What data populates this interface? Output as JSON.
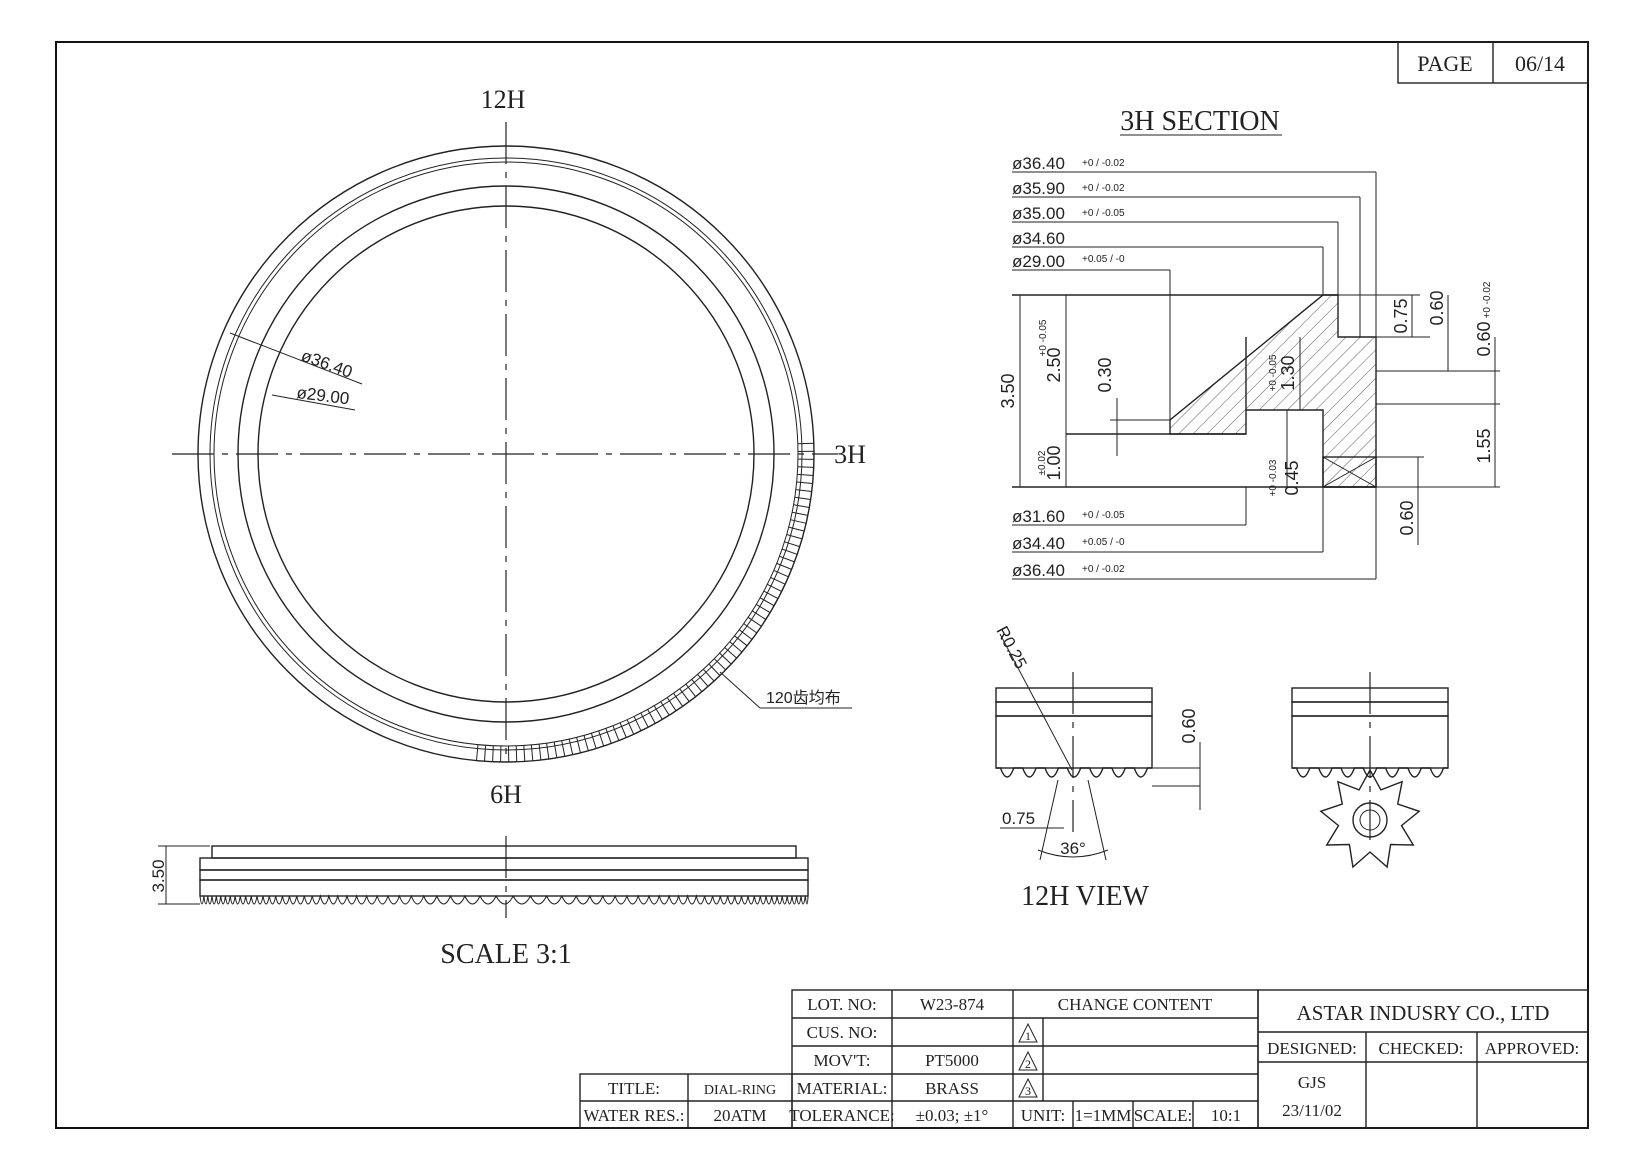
{
  "page": {
    "label": "PAGE",
    "value": "06/14"
  },
  "main_view": {
    "top_label": "12H",
    "bottom_label": "6H",
    "right_label": "3H",
    "dia_outer": "ø36.40",
    "dia_inner": "ø29.00",
    "teeth_note": "120齿均布"
  },
  "side_view": {
    "height": "3.50",
    "scale_text": "SCALE 3:1"
  },
  "section": {
    "title": "3H SECTION",
    "top_dims": [
      {
        "text": "ø36.40",
        "tol": "+0 / -0.02"
      },
      {
        "text": "ø35.90",
        "tol": "+0 / -0.02"
      },
      {
        "text": "ø35.00",
        "tol": "+0 / -0.05"
      },
      {
        "text": "ø34.60",
        "tol": ""
      },
      {
        "text": "ø29.00",
        "tol": "+0.05 / -0"
      }
    ],
    "bottom_dims": [
      {
        "text": "ø31.60",
        "tol": "+0 / -0.05"
      },
      {
        "text": "ø34.40",
        "tol": "+0.05 / -0"
      },
      {
        "text": "ø36.40",
        "tol": "+0 / -0.02"
      }
    ],
    "v_dims": {
      "total": "3.50",
      "d250": "2.50",
      "d250_tol": "+0 -0.05",
      "d030": "0.30",
      "d100": "1.00",
      "d100_tol": "±0.02",
      "d130": "1.30",
      "d130_tol": "+0 -0.05",
      "d045": "0.45",
      "d045_tol": "+0 -0.03",
      "d075": "0.75",
      "d060a": "0.60",
      "d060b": "0.60",
      "d060b_tol": "+0 -0.02",
      "d155": "1.55",
      "d060c": "0.60"
    }
  },
  "view12h": {
    "title": "12H VIEW",
    "radius": "R0.25",
    "d060": "0.60",
    "d075": "0.75",
    "angle": "36°"
  },
  "title_block": {
    "lot_no_label": "LOT. NO:",
    "lot_no": "W23-874",
    "cus_no_label": "CUS. NO:",
    "cus_no": "",
    "movt_label": "MOV'T:",
    "movt": "PT5000",
    "material_label": "MATERIAL:",
    "material": "BRASS",
    "tolerance_label": "TOLERANCE:",
    "tolerance": "±0.03; ±1°",
    "unit_label": "UNIT:",
    "unit": "1=1MM",
    "scale_label": "SCALE:",
    "scale": "10:1",
    "change_content": "CHANGE CONTENT",
    "rev1": "1",
    "rev2": "2",
    "rev3": "3",
    "company": "ASTAR INDUSRY CO., LTD",
    "designed_label": "DESIGNED:",
    "checked_label": "CHECKED:",
    "approved_label": "APPROVED:",
    "designer": "GJS",
    "date": "23/11/02",
    "title_label": "TITLE:",
    "title": "DIAL-RING",
    "water_label": "WATER RES.:",
    "water": "20ATM"
  }
}
